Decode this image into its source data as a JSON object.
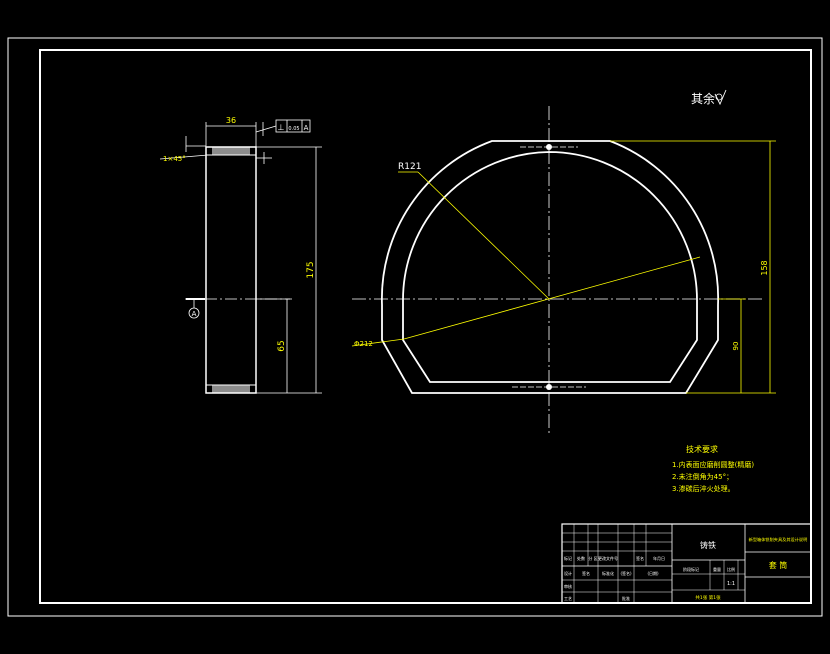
{
  "colors": {
    "background": "#000000",
    "lines": "#ffffff",
    "dimensions": "#ffff00"
  },
  "side_view": {
    "dim_width": "36",
    "dim_height": "175",
    "dim_mid": "65",
    "chamfer": "1×45°",
    "datum_box": [
      "⊥",
      "0.05",
      "A"
    ],
    "datum_label": "A"
  },
  "front_view": {
    "radius_label": "R121",
    "diameter_label": "Φ212",
    "dim_height": "158",
    "dim_bottom": "90"
  },
  "roughness_note": {
    "text": "其余",
    "icon": "surface-roughness-icon"
  },
  "tech_notes": {
    "title": "技术要求",
    "items": [
      "1.内表面应磨削圆整(精磨)",
      "2.未注倒角为45°；",
      "3.渗碳后淬火处理。"
    ]
  },
  "title_block": {
    "material": "铸铁",
    "drawing_name": "新型箱体铣削夹具及其设计说明",
    "part_name": "套 筒",
    "scale": "1:1",
    "sheet": "共1张 第1张",
    "row1": [
      "标记",
      "处数",
      "分 区",
      "更改文件号",
      "签名",
      "年月日"
    ],
    "row2": [
      "设计",
      "签名",
      "标准化",
      "(签名)",
      "(日期)"
    ],
    "row3": [
      "审核",
      "工艺",
      "批准"
    ],
    "stage_label": "阶段标记",
    "weight_label": "重量",
    "scale_label": "比例"
  }
}
